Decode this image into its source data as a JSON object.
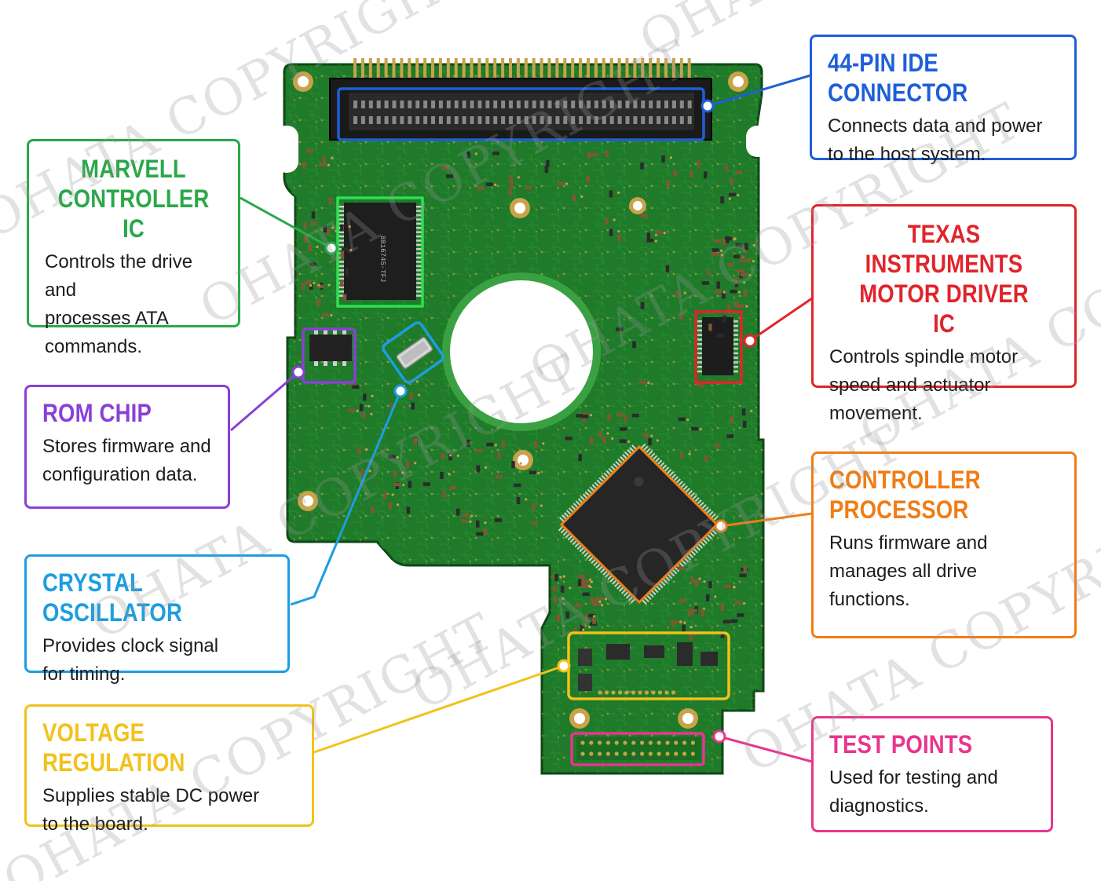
{
  "callouts": [
    {
      "key": "ide",
      "title": "44-PIN IDE CONNECTOR",
      "desc": "Connects data and power\nto the host system.",
      "color": "#1f5fd6"
    },
    {
      "key": "marvell",
      "title": "MARVELL\nCONTROLLER IC",
      "desc": "Controls the drive and\nprocesses ATA\ncommands.",
      "color": "#2aa84a"
    },
    {
      "key": "ti",
      "title": "TEXAS INSTRUMENTS\nMOTOR DRIVER IC",
      "desc": "Controls spindle motor\nspeed and actuator\nmovement.",
      "color": "#e0242b"
    },
    {
      "key": "rom",
      "title": "ROM CHIP",
      "desc": "Stores firmware and\nconfiguration data.",
      "color": "#8a3fd6"
    },
    {
      "key": "processor",
      "title": "CONTROLLER\nPROCESSOR",
      "desc": "Runs firmware and\nmanages all drive\nfunctions.",
      "color": "#f07d16"
    },
    {
      "key": "crystal",
      "title": "CRYSTAL OSCILLATOR",
      "desc": "Provides clock signal\nfor timing.",
      "color": "#1c9ee0"
    },
    {
      "key": "voltage",
      "title": "VOLTAGE REGULATION",
      "desc": "Supplies stable DC power\nto the board.",
      "color": "#f2c21b"
    },
    {
      "key": "test",
      "title": "TEST POINTS",
      "desc": "Used for testing and\ndiagnostics.",
      "color": "#e8358f"
    }
  ],
  "watermark": "OHATA COPYRIGHT",
  "colors": {
    "pcb": "#1f7a2a",
    "pcb_dark": "#145a1c",
    "trace": "#2f9a38",
    "pad": "#c9a24a",
    "chip": "#1e1e1e"
  }
}
